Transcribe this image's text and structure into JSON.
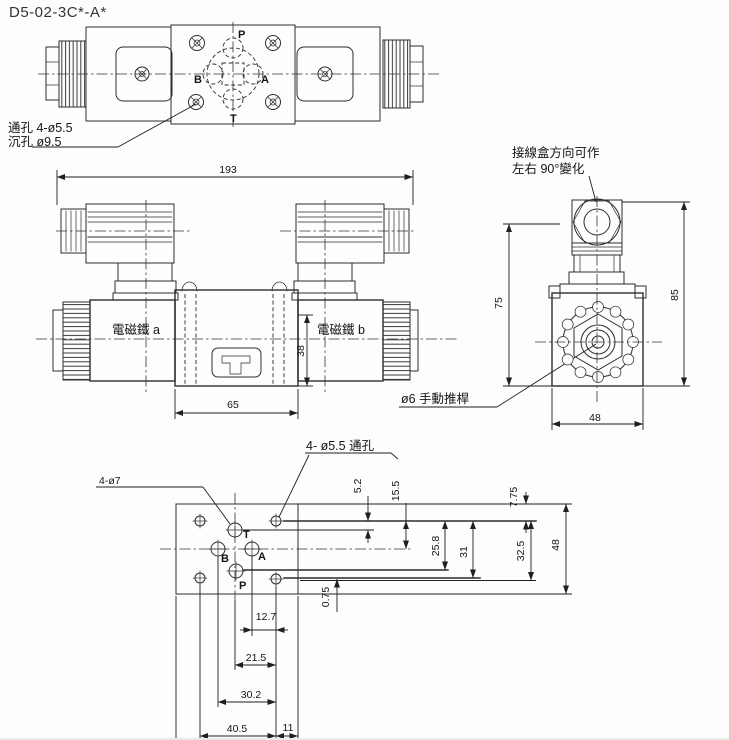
{
  "title": "D5-02-3C*-A*",
  "top_view": {
    "port_p": "P",
    "port_t": "T",
    "port_a": "A",
    "port_b": "B",
    "through_hole_note": "通孔 4-ø5.5",
    "counterbore_note": "沉孔 ø9.5"
  },
  "front_view": {
    "dim_overall_width": "193",
    "dim_body_width": "65",
    "dim_body_height": "38",
    "solenoid_a_label": "電磁鐵 a",
    "solenoid_b_label": "電磁鐵 b",
    "manual_pin_note": "ø6 手動推桿"
  },
  "side_view": {
    "junction_box_note_line1": "接線盒方向可作",
    "junction_box_note_line2": "左右 90°變化",
    "dim_center_height": "75",
    "dim_overall_height": "85",
    "dim_body_width": "48"
  },
  "bottom_view": {
    "port_p": "P",
    "port_t": "T",
    "port_a": "A",
    "port_b": "B",
    "port_holes_note": "4-ø7",
    "mounting_holes_note": "4- ø5.5 通孔",
    "dim_5_2": "5.2",
    "dim_15_5": "15.5",
    "dim_25_8": "25.8",
    "dim_31": "31",
    "dim_32_5": "32.5",
    "dim_7_75": "7.75",
    "dim_48": "48",
    "dim_0_75": "0.75",
    "dim_12_7": "12.7",
    "dim_21_5": "21.5",
    "dim_30_2": "30.2",
    "dim_40_5": "40.5",
    "dim_11": "11"
  }
}
